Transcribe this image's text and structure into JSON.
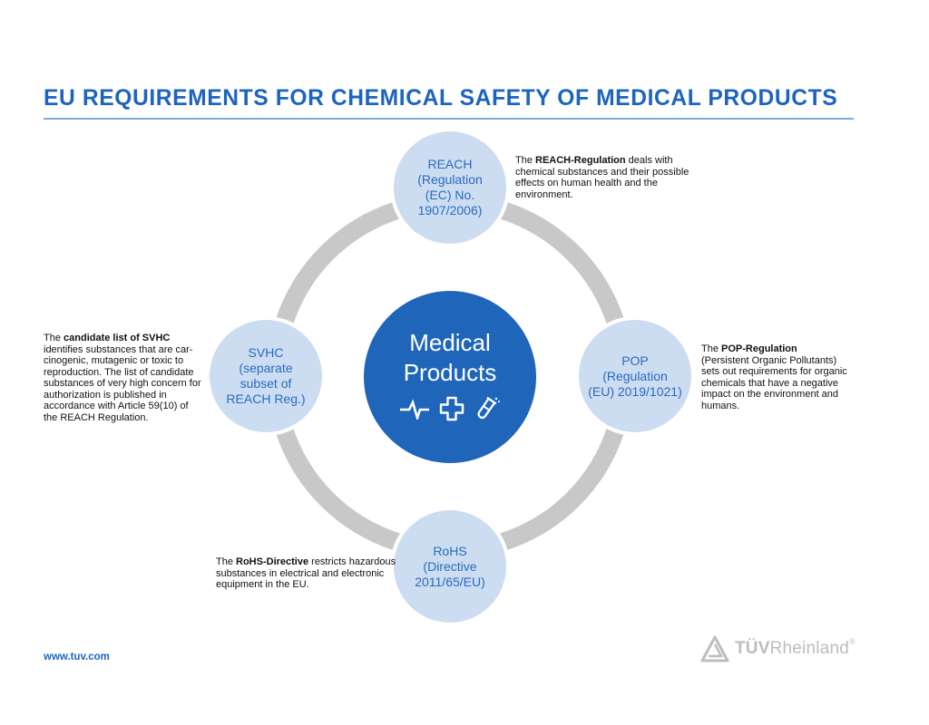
{
  "header": {
    "title": "EU REQUIREMENTS FOR CHEMICAL SAFETY OF MEDICAL PRODUCTS"
  },
  "center": {
    "line1": "Medical",
    "line2": "Products",
    "icons": [
      "heartbeat-icon",
      "medical-cross-icon",
      "test-tube-icon"
    ]
  },
  "nodes": {
    "reach": {
      "lines": [
        "REACH",
        "(Regulation",
        "(EC) No.",
        "1907/2006)"
      ]
    },
    "pop": {
      "lines": [
        "POP",
        "(Regulation",
        "(EU) 2019/1021)"
      ]
    },
    "rohs": {
      "lines": [
        "RoHS",
        "(Directive",
        "2011/65/EU)"
      ]
    },
    "svhc": {
      "lines": [
        "SVHC",
        "(separate",
        "subset of",
        "REACH Reg.)"
      ]
    }
  },
  "descriptions": {
    "reach": {
      "prefix": "The ",
      "bold": "REACH-Regulation",
      "rest": " deals with chemical substances and their possible effects on human health and the environment."
    },
    "pop": {
      "prefix": "The ",
      "bold": "POP-Regulation",
      "rest": "(Persistent Organic Pollutants) sets out requirements for organic chemicals that have a negative impact on the environment and humans."
    },
    "rohs": {
      "prefix": "The ",
      "bold": "RoHS-Directive",
      "rest": " restricts hazardous substances in electrical and electronic equipment in the EU."
    },
    "svhc": {
      "prefix": "The ",
      "bold": "candidate list of SVHC",
      "rest": "identifies substances that are car-cinogenic, mutagenic or toxic to reproduction. The list of candidate substances of very high concern for authorization is published in accordance with Article 59(10) of the REACH Regulation."
    }
  },
  "footer": {
    "url": "www.tuv.com",
    "logo_bold": "TÜV",
    "logo_rest": "Rheinland",
    "logo_mark": "®"
  },
  "colors": {
    "title_blue": "#1c64be",
    "center_blue": "#1f66bb",
    "node_fill": "#ccdcf1",
    "node_text": "#2a6bbf",
    "ring_gray": "#c8c8c8",
    "logo_gray": "#bdbdbd"
  }
}
